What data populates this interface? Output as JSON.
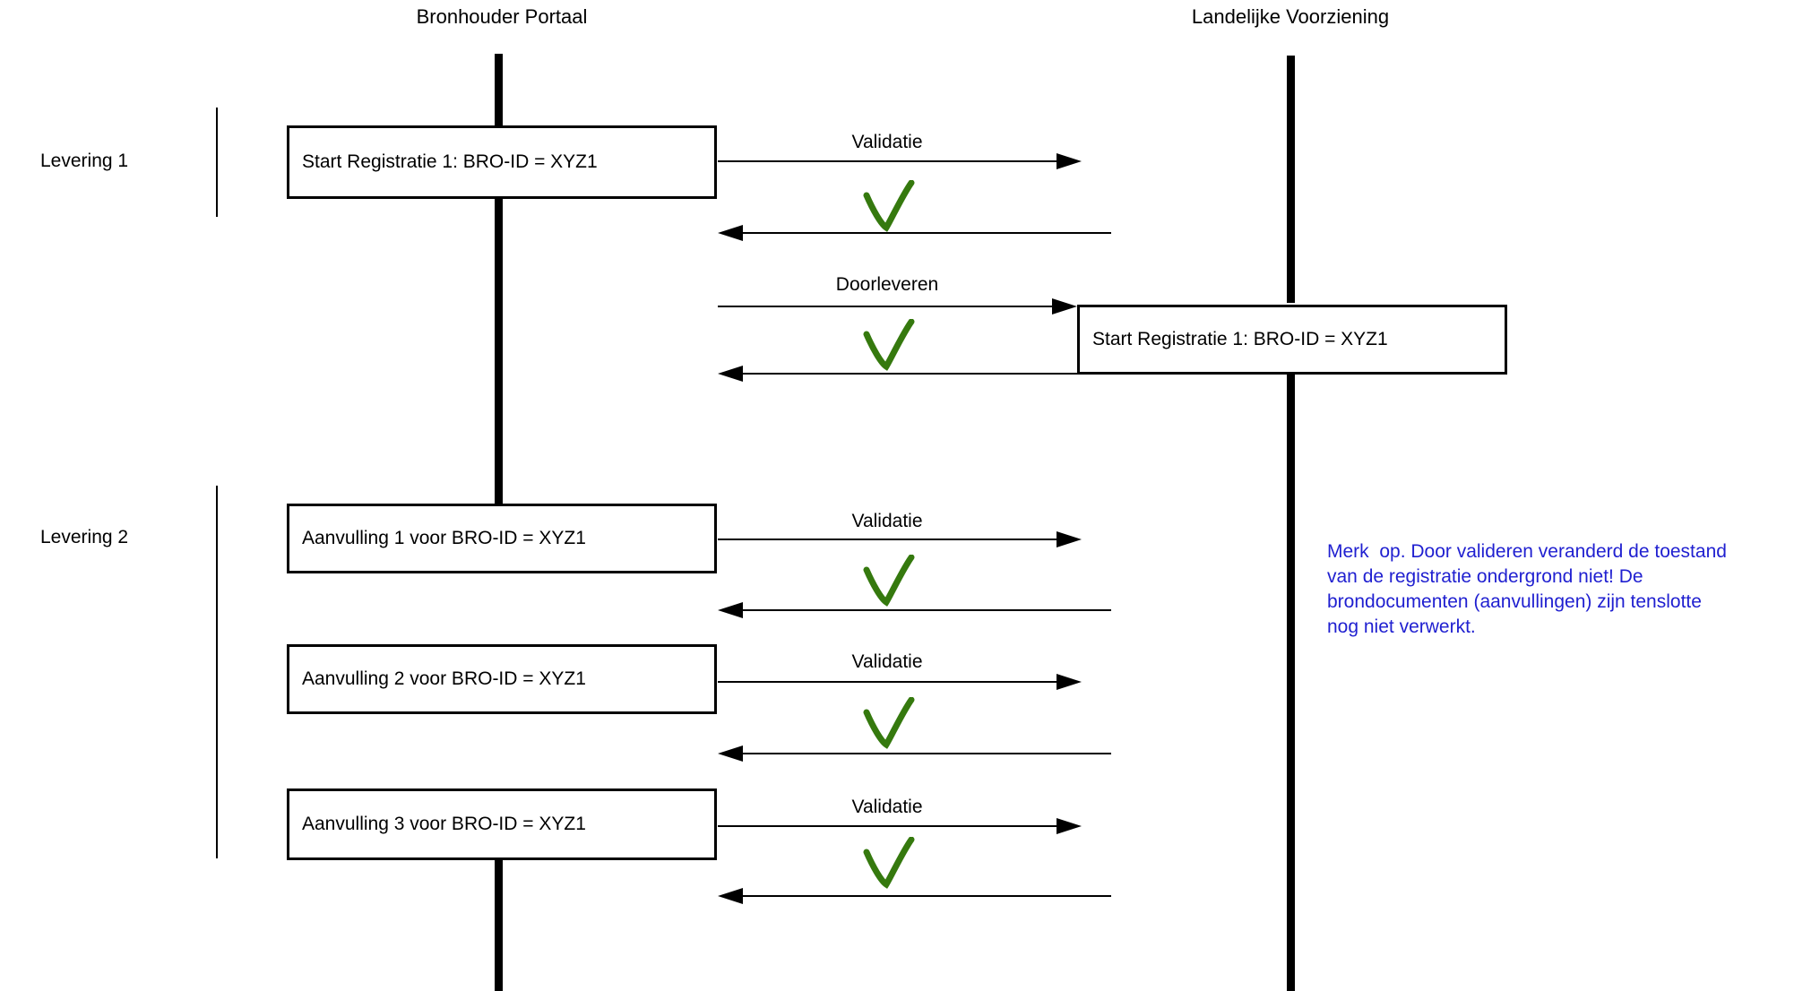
{
  "lifelines": [
    {
      "title": "Bronhouder Portaal"
    },
    {
      "title": "Landelijke Voorziening"
    }
  ],
  "groups": [
    {
      "label": "Levering 1"
    },
    {
      "label": "Levering 2"
    }
  ],
  "boxes": [
    {
      "label": "Start Registratie 1: BRO-ID = XYZ1"
    },
    {
      "label": "Start Registratie 1: BRO-ID = XYZ1"
    },
    {
      "label": "Aanvulling 1 voor BRO-ID = XYZ1"
    },
    {
      "label": "Aanvulling 2 voor BRO-ID = XYZ1"
    },
    {
      "label": "Aanvulling 3 voor BRO-ID = XYZ1"
    }
  ],
  "arrows": [
    {
      "label": "Validatie",
      "direction": "right",
      "result": "check"
    },
    {
      "label": "Doorleveren",
      "direction": "right",
      "result": "check"
    },
    {
      "label": "Validatie",
      "direction": "right",
      "result": "check"
    },
    {
      "label": "Validatie",
      "direction": "right",
      "result": "check"
    },
    {
      "label": "Validatie",
      "direction": "right",
      "result": "check"
    }
  ],
  "note": {
    "lines": [
      "Merk  op. Door valideren veranderd de toestand",
      "van de registratie ondergrond niet! De",
      "brondocumenten (aanvullingen) zijn tenslotte",
      "nog niet verwerkt."
    ]
  },
  "colors": {
    "note_blue": "#1f1fd0",
    "check_green": "#35790e",
    "diagram_black": "#000000"
  }
}
